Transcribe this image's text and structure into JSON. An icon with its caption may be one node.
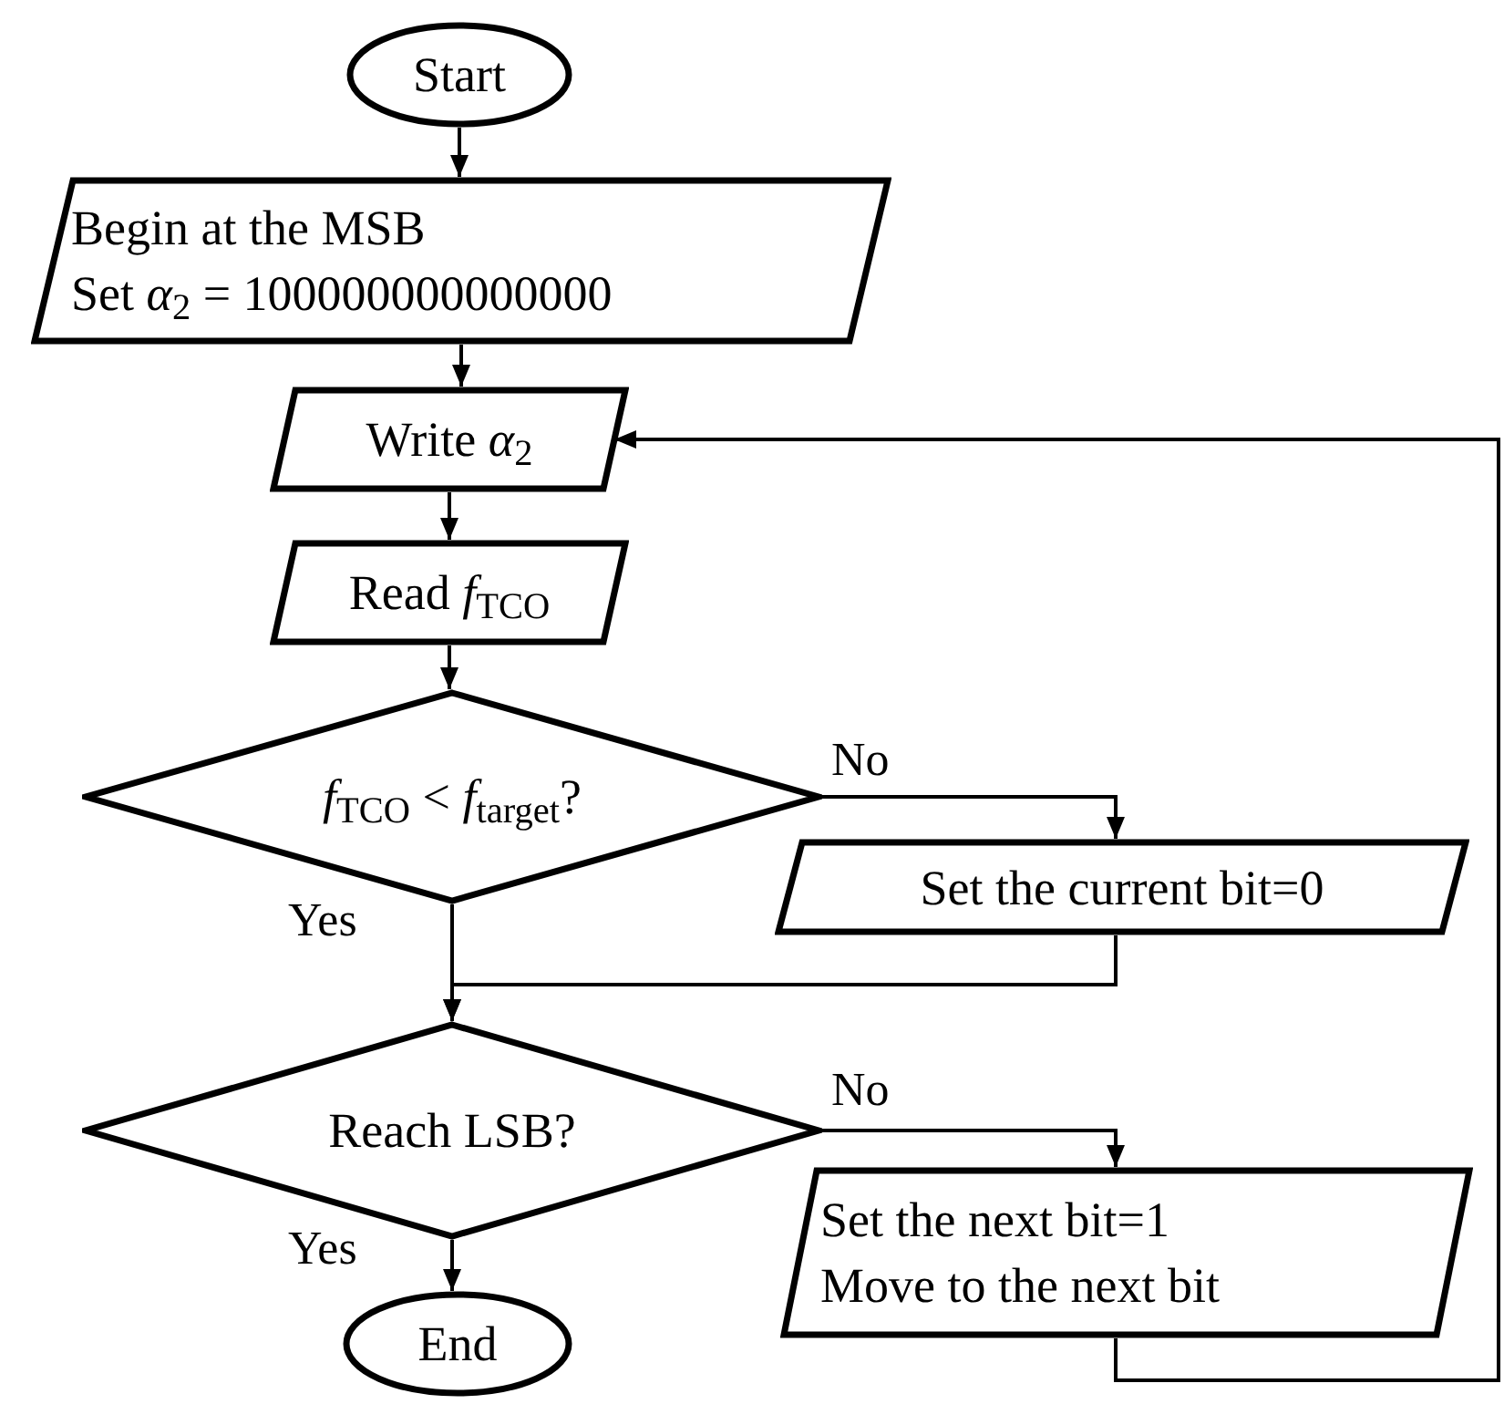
{
  "diagram": {
    "nodes": [
      {
        "text": [
          "Start"
        ]
      },
      {
        "text": [
          "Begin at the MSB",
          "Set *α*$_{2}$ = 100000000000000"
        ]
      },
      {
        "text": [
          "Write *α*$_{2}$"
        ]
      },
      {
        "text": [
          "Read *f*$_{TCO}$"
        ]
      },
      {
        "text": [
          "*f*$_{TCO}$ < *f*$_{target}$?"
        ]
      },
      {
        "text": [
          "Set the current bit=0"
        ]
      },
      {
        "text": [
          "Reach LSB?"
        ]
      },
      {
        "text": [
          "Set the next bit=1",
          "Move to the next bit"
        ]
      },
      {
        "text": [
          "End"
        ]
      }
    ],
    "edges": [
      {
        "from": 0,
        "to": 1,
        "arrow": "to"
      },
      {
        "from": 1,
        "to": 2,
        "arrow": "to"
      },
      {
        "from": 2,
        "to": 3,
        "arrow": "to"
      },
      {
        "from": 3,
        "to": 4,
        "arrow": "to"
      },
      {
        "from": 4,
        "to": 5,
        "arrow": "to",
        "label": "No"
      },
      {
        "from": 4,
        "to": 6,
        "arrow": "to",
        "label": "Yes"
      },
      {
        "from": 5,
        "to": 6,
        "arrow": "to"
      },
      {
        "from": 6,
        "to": 7,
        "arrow": "to",
        "label": "No"
      },
      {
        "from": 6,
        "to": 8,
        "arrow": "to",
        "label": "Yes"
      },
      {
        "from": 7,
        "to": 2,
        "arrow": "to"
      }
    ]
  }
}
